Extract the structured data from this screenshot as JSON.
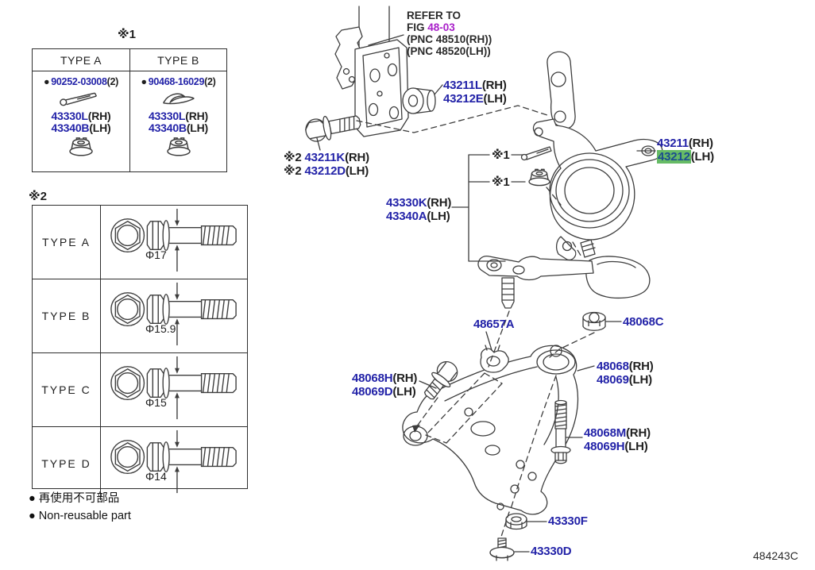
{
  "colors": {
    "part_number_blue": "#2323a8",
    "fig_link_purple": "#a81ec9",
    "highlight_green": "#66bb66",
    "line_gray": "#3d3d3d",
    "text_black": "#1f1f1f"
  },
  "footer_code": "484243C",
  "legend": {
    "bullet": "●",
    "jp": "再使用不可部品",
    "en": "Non-reusable part"
  },
  "refer_note": {
    "line1": "REFER TO",
    "fig_prefix": "FIG ",
    "fig_no": "48-03",
    "pnc_rh": "(PNC 48510(RH))",
    "pnc_lh": "(PNC 48520(LH))"
  },
  "table1": {
    "marker": "※1",
    "col_a": {
      "header": "TYPE A",
      "bullet": "●",
      "part_num": "90252-03008",
      "qty": "(2)",
      "fastener_icon": "cotter-pin",
      "sub": {
        "rh_num": "43330L",
        "rh_side": "(RH)",
        "lh_num": "43340B",
        "lh_side": "(LH)"
      },
      "sub_icon": "castle-nut"
    },
    "col_b": {
      "header": "TYPE B",
      "bullet": "●",
      "part_num": "90468-16029",
      "qty": "(2)",
      "fastener_icon": "spring-clip",
      "sub": {
        "rh_num": "43330L",
        "rh_side": "(RH)",
        "lh_num": "43340B",
        "lh_side": "(LH)"
      },
      "sub_icon": "castle-nut"
    }
  },
  "table2": {
    "marker": "※2",
    "rows": [
      {
        "label": "TYPE A",
        "diameter": "Φ17"
      },
      {
        "label": "TYPE B",
        "diameter": "Φ15.9"
      },
      {
        "label": "TYPE C",
        "diameter": "Φ15"
      },
      {
        "label": "TYPE D",
        "diameter": "Φ14"
      }
    ]
  },
  "callouts": {
    "strut_bushing": {
      "rh_num": "43211L",
      "rh_side": "(RH)",
      "lh_num": "43212E",
      "lh_side": "(LH)"
    },
    "knuckle_bolt": {
      "prefix": "※2",
      "rh_num": "43211K",
      "rh_side": "(RH)",
      "lh_num": "43212D",
      "lh_side": "(LH)"
    },
    "ball_joint": {
      "rh_num": "43330K",
      "rh_side": "(RH)",
      "lh_num": "43340A",
      "lh_side": "(LH)"
    },
    "note1_upper": "※1",
    "note1_lower": "※1",
    "knuckle": {
      "rh_num": "43211",
      "rh_side": "(RH)",
      "lh_num": "43212",
      "lh_side": "(LH)",
      "lh_highlighted": true
    },
    "arm_clamp": {
      "num": "48657A"
    },
    "ball_seat_nut": {
      "num": "48068C"
    },
    "lower_arm": {
      "rh_num": "48068",
      "rh_side": "(RH)",
      "lh_num": "48069",
      "lh_side": "(LH)"
    },
    "arm_front_bolt": {
      "rh_num": "48068H",
      "rh_side": "(RH)",
      "lh_num": "48069D",
      "lh_side": "(LH)"
    },
    "arm_rear_bolt": {
      "rh_num": "48068M",
      "rh_side": "(RH)",
      "lh_num": "48069H",
      "lh_side": "(LH)"
    },
    "arm_rear_nut": {
      "num": "43330F"
    },
    "arm_rear_stud": {
      "num": "43330D"
    }
  }
}
